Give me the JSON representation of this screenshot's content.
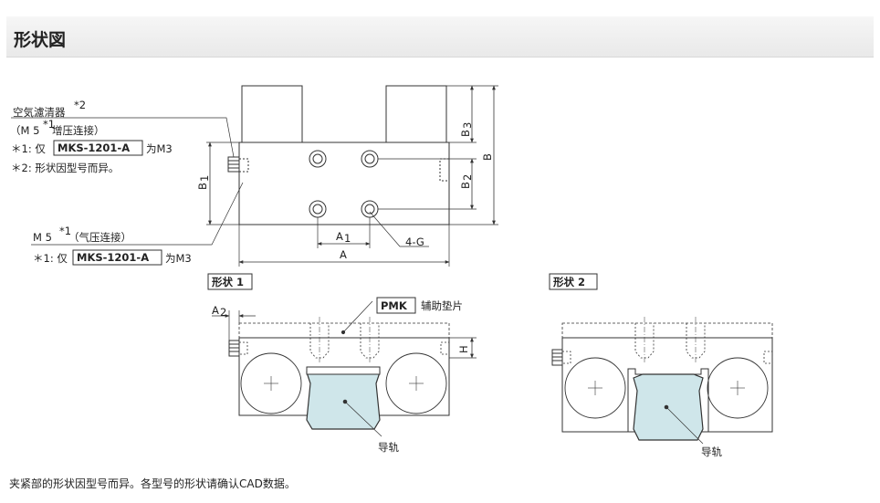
{
  "header": {
    "title": "形状図"
  },
  "labels": {
    "air_filter": "空気濾清器",
    "air_filter_note_mark": "*2",
    "m5_open": "（M 5",
    "m5_mark": "*1",
    "m5_boost": " 增压连接）",
    "note1_prefix": "＊1: 仅",
    "model_code": "MKS-1201-A",
    "note1_suffix": "为M3",
    "note2": "＊2: 形状因型号而异。",
    "m5_pressure_prefix": "M 5",
    "m5_pressure_suffix": "（气压连接）",
    "shape1": "形状 1",
    "shape2": "形状 2",
    "pmk": "PMK",
    "pmk_desc": "辅助垫片",
    "rail": "导轨",
    "dim_A": "A",
    "dim_A1": "A",
    "dim_A1_sub": "1",
    "dim_A2": "A",
    "dim_A2_sub": "2",
    "dim_B": "B",
    "dim_B1": "B",
    "dim_B1_sub": "1",
    "dim_B2": "B",
    "dim_B2_sub": "2",
    "dim_B3": "B",
    "dim_B3_sub": "3",
    "dim_H": "H",
    "dim_4G": "4-G"
  },
  "caption": "夹紧部的形状因型号而异。各型号的形状请确认CAD数据。",
  "colors": {
    "rail_fill": "#cfe6ea",
    "header_bg": "#ececec",
    "line": "#333333"
  }
}
